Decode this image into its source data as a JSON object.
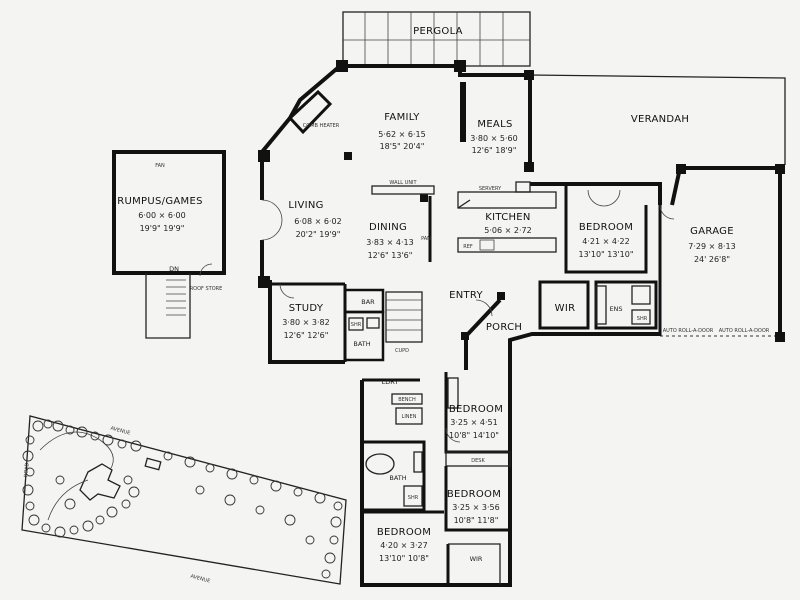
{
  "rooms": {
    "pergola": {
      "name": "PERGOLA"
    },
    "verandah": {
      "name": "VERANDAH"
    },
    "family": {
      "name": "FAMILY",
      "metric": "5·62 × 6·15",
      "imperial": "18'5\" 20'4\""
    },
    "meals": {
      "name": "MEALS",
      "metric": "3·80 × 5·60",
      "imperial": "12'6\" 18'9\""
    },
    "living": {
      "name": "LIVING",
      "metric": "6·08 × 6·02",
      "imperial": "20'2\" 19'9\""
    },
    "dining": {
      "name": "DINING",
      "metric": "3·83 × 4·13",
      "imperial": "12'6\" 13'6\""
    },
    "kitchen": {
      "name": "KITCHEN",
      "metric": "5·06 × 2·72"
    },
    "bedroom1": {
      "name": "BEDROOM",
      "metric": "4·21 × 4·22",
      "imperial": "13'10\" 13'10\""
    },
    "garage": {
      "name": "GARAGE",
      "metric": "7·29 × 8·13",
      "imperial": "24' 26'8\""
    },
    "rumpus": {
      "name": "RUMPUS/GAMES",
      "label_top": "FAN",
      "metric": "6·00 × 6·00",
      "imperial": "19'9\" 19'9\""
    },
    "study": {
      "name": "STUDY",
      "metric": "3·80 × 3·82",
      "imperial": "12'6\" 12'6\""
    },
    "bar": {
      "name": "BAR"
    },
    "bath1": {
      "name": "BATH"
    },
    "entry": {
      "name": "ENTRY"
    },
    "porch": {
      "name": "PORCH"
    },
    "wir1": {
      "name": "WIR"
    },
    "ens": {
      "name": "ENS"
    },
    "ldry": {
      "name": "LDRY"
    },
    "bedroom2": {
      "name": "BEDROOM",
      "metric": "3·25 × 4·51",
      "imperial": "10'8\" 14'10\""
    },
    "bedroom3": {
      "name": "BEDROOM",
      "metric": "3·25 × 3·56",
      "imperial": "10'8\" 11'8\""
    },
    "bath2": {
      "name": "BATH"
    },
    "bedroom4": {
      "name": "BEDROOM",
      "metric": "4·20 × 3·27",
      "imperial": "13'10\" 10'8\""
    },
    "wir2": {
      "name": "WIR"
    }
  },
  "fixtures": {
    "combustion_heater": "COMB HEATER",
    "wall_unit": "WALL UNIT",
    "servery": "SERVERY",
    "desk": "DESK",
    "linen": "LINEN",
    "bench": "BENCH",
    "shr1": "SHR",
    "shr2": "SHR",
    "shr3": "SHR",
    "cupd": "CUPD",
    "dn": "DN",
    "roof_store": "ROOF STORE",
    "pan": "PAN",
    "ref": "REF",
    "auto_roll_a": "AUTO ROLL-A-DOOR",
    "auto_roll_b": "AUTO ROLL-A-DOOR"
  },
  "site": {
    "label_top": "AVENUE",
    "label_bottom": "AVENUE",
    "label_side": "ROAD"
  }
}
